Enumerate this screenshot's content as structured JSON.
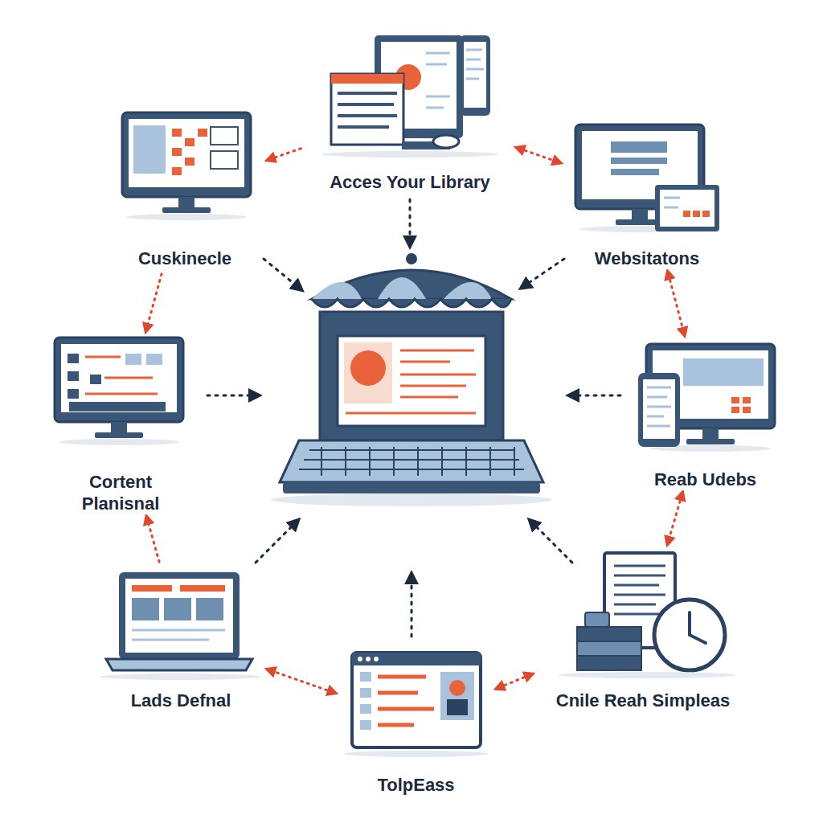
{
  "diagram": {
    "nodes": [
      {
        "text": [
          "Acces Your Library"
        ]
      },
      {
        "text": [
          "Cuskinecle"
        ]
      },
      {
        "text": [
          "Websitatons"
        ]
      },
      {
        "text": [
          "Cortent Planisnal"
        ]
      },
      {
        "text": [
          "Reab Udebs"
        ]
      },
      {
        "text": [
          "Lads Defnal"
        ]
      },
      {
        "text": [
          "Cnile Reah Simpleas"
        ]
      },
      {
        "text": [
          "TolpEass"
        ]
      }
    ],
    "edges": [
      {
        "from": 0,
        "to": 1,
        "arrow": "to"
      },
      {
        "from": 0,
        "to": 2,
        "arrow": "both"
      },
      {
        "from": 2,
        "to": 4,
        "arrow": "both"
      },
      {
        "from": 4,
        "to": 6,
        "arrow": "both"
      },
      {
        "from": 6,
        "to": 7,
        "arrow": "both"
      },
      {
        "from": 7,
        "to": 5,
        "arrow": "both"
      },
      {
        "from": 5,
        "to": 3,
        "arrow": "to"
      },
      {
        "from": 1,
        "to": 3,
        "arrow": "to"
      }
    ]
  }
}
